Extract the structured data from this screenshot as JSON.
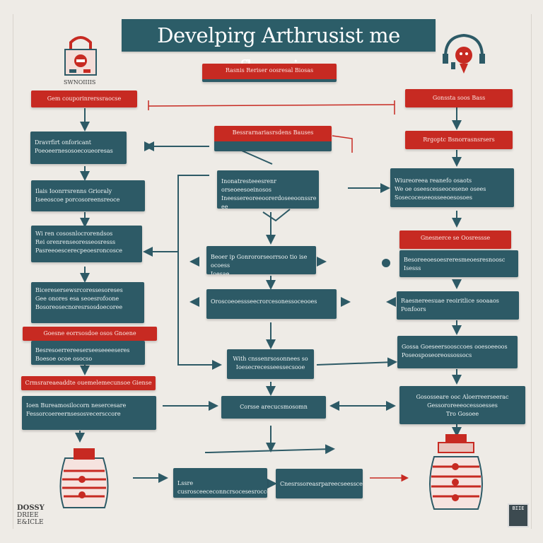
{
  "title": "Develpirg Arthrusist me flowvirs",
  "top_left_caption": "SWNOIIIIS",
  "bottom_left_caption": [
    "DOSSY",
    "DRIEE",
    "E&ICLE"
  ],
  "bottom_right_badge": "BIIE",
  "colors": {
    "teal": "#2d5a66",
    "red": "#c72a22",
    "bg": "#eeebe6"
  },
  "icons": {
    "top_left": "padlock-icon",
    "top_right": "headset-robot-icon",
    "bottom_left": "vase-stack-icon",
    "bottom_right": "vase-stack-icon"
  },
  "labels": {
    "top_center": "Rasnis Reriser oosresal Biosas",
    "left_1": "Gem couporinrerssraocse",
    "center_1": "Bessrarnariasrsdens Bauses",
    "right_1": "Gonssta soos Bass",
    "right_2": "Rrgoptc Bsnorrasnsrsers",
    "right_3": "Gnesnerce se Oosressse",
    "left_2": "Goesne eorrsosdoe osos Gnoene",
    "left_3": "Crmsrareaeaddte ouemelemecunsoe Giense"
  },
  "boxes": {
    "l1": "Dravrfirt onforicant\nPoeoeernesosoecoueoresas",
    "l2": "Ilais Ioonrrsrenns Grioraly\nIseeoscoe porcosoreensreoce",
    "l3": "Wi ren cososnlocrorendsos\nRei orenrenseoresseosresss\nPasreeoescerecpeoesroncosce",
    "l4": "Biceresersewsrcoressesoreses\nGee onores esa seoesrofoone\nBosoreosecnoresrsosdoecoree",
    "l5": "Besresoerrereeserseeseeeeseres\nBoesoe ocoe osocso",
    "l6": "Ioen Bureamosilocorn nesercesare\nFessorcoereernsesosvecersccore",
    "c1": "Inonatresteeesrenr orseoeesoeinosos\nIneessereoreeoorerdoseeoonssre ee\nGenseensdosecs",
    "c2": "Beoer ip Gonrororseorrsoo tio ise ocoess\nIoesae",
    "c3": "Oroscoeoessseecrorcesonessoceooes",
    "c4": "With cnssenrsosonnees so\nIoesecrecesseessecsooe",
    "c5": "Corsse arecucsmosomn",
    "b1": "Lssre cusrosceececonncrsocesesrocce",
    "b2": "Cnesrssoreasrpareecseessce",
    "r1": "Wiureoreea reanefo osaots\nWe oe oseescesseocesene osees\nSosecoceseeosseeoesosoes",
    "r2": "Besoreeoesoesreresmeoesresnoosc\nIsesss",
    "r3": "Raesnereesuae reoiritlice sooaaos\nPonfoors",
    "r4": "Gossa Goeseersoosccoes ooesoeeoos\nPoseosposeoreossossocs",
    "r5": "Gososseare ooc Aloerreerseerac\nGessororeeeocessoesses\nTro Gosoee"
  }
}
